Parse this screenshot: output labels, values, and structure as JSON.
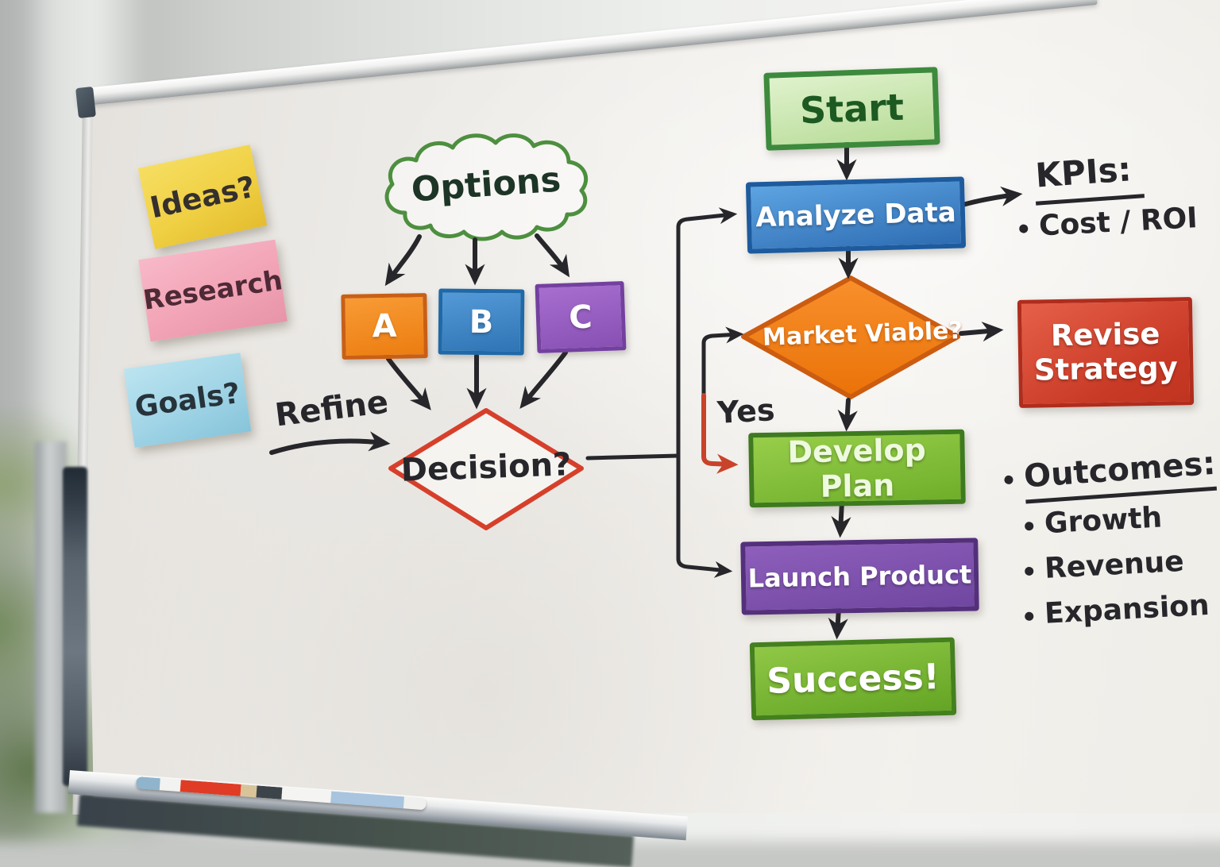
{
  "whiteboard": {
    "sticky_notes": [
      {
        "id": "ideas",
        "label": "Ideas?",
        "color": "#f0d044"
      },
      {
        "id": "research",
        "label": "Research",
        "color": "#f2a4b6"
      },
      {
        "id": "goals",
        "label": "Goals?",
        "color": "#a0d4e6"
      }
    ],
    "left_flow": {
      "cloud_label": "Options",
      "options": [
        {
          "label": "A",
          "color": "#ec7d11"
        },
        {
          "label": "B",
          "color": "#2f74b4"
        },
        {
          "label": "C",
          "color": "#8750b2"
        }
      ],
      "refine_label": "Refine",
      "decision_label": "Decision?"
    },
    "main_flow": {
      "start": "Start",
      "analyze": "Analyze Data",
      "market": "Market Viable?",
      "yes_label": "Yes",
      "develop": "Develop Plan",
      "launch": "Launch Product",
      "success": "Success!",
      "revise": "Revise Strategy"
    },
    "kpis": {
      "title": "KPIs:",
      "items": [
        "Cost / ROI"
      ]
    },
    "outcomes": {
      "title": "Outcomes:",
      "items": [
        "Growth",
        "Revenue",
        "Expansion"
      ]
    },
    "colors": {
      "cloud_outline": "#4d8f3f",
      "decision_outline": "#d6402b",
      "market_fill": "#ef7d12",
      "arrow": "#26262b",
      "yes_arrow": "#c8432a"
    }
  }
}
